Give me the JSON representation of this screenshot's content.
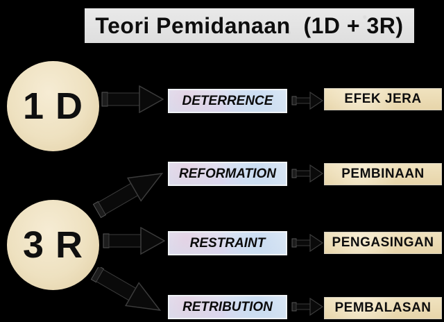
{
  "slide": {
    "title": "Teori Pemidanaan  (1D + 3R)"
  },
  "nodes": {
    "d_circle": "1 D",
    "r_circle": "3 R"
  },
  "rows": [
    {
      "theory": "DETERRENCE",
      "result": "EFEK JERA"
    },
    {
      "theory": "REFORMATION",
      "result": "PEMBINAAN"
    },
    {
      "theory": "RESTRAINT",
      "result": "PENGASINGAN"
    },
    {
      "theory": "RETRIBUTION",
      "result": "PEMBALASAN"
    }
  ],
  "colors": {
    "background": "#000000",
    "title_bg": "#e4e4e4",
    "circle_fill": "#eee1c0",
    "theory_box_fill": "#dbe6f3",
    "result_box_fill": "#ecdcb4",
    "text": "#0d0d0d",
    "arrow": "#0a0a0a"
  }
}
